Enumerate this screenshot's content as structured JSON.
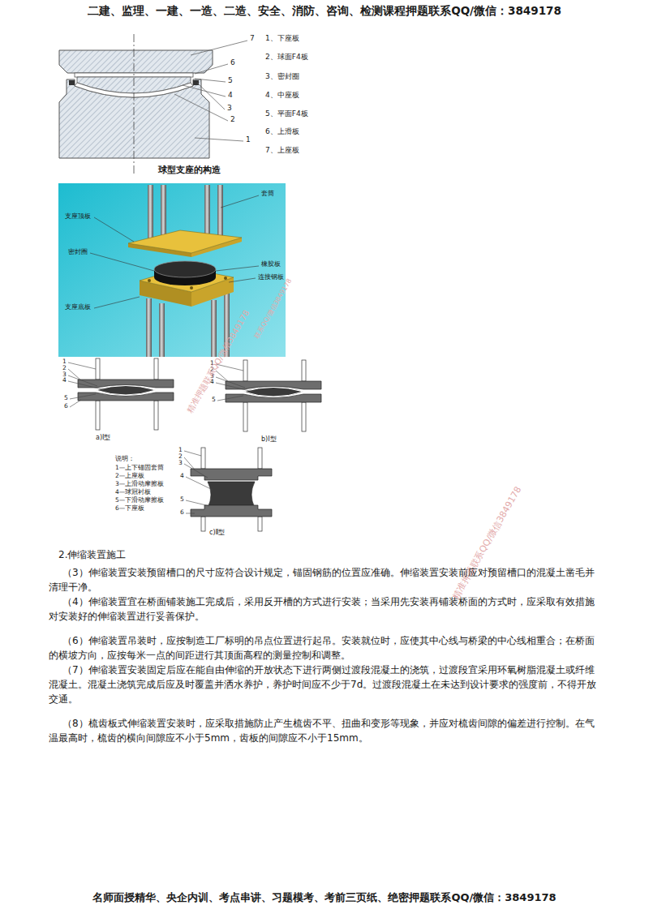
{
  "diagram": {
    "labels": [
      "二建、监理、一建、一造、二造、安全、消防、咨询、检测课程押题联系QQ/微信：3849178",
      "7",
      "6",
      "5",
      "4",
      "3",
      "2",
      "1",
      "1、下座板",
      "2、球面F4板",
      "3、密封圈",
      "4、中座板",
      "5、平面F4板",
      "6、上滑板",
      "7、上座板",
      "球型支座的构造",
      "支座顶板",
      "套筒",
      "密封圈",
      "橡胶板",
      "连接钢板",
      "支座底板",
      "1",
      "2",
      "3",
      "4",
      "5",
      "6",
      "1",
      "2",
      "3",
      "4",
      "5",
      "a)Ⅰ型",
      "b)Ⅰ型",
      "说明：",
      "1—上下锚固套筒",
      "2—上座板",
      "3—上滑动摩擦板",
      "4—球冠衬板",
      "5—下滑动摩擦板",
      "6—下座板",
      "1",
      "2",
      "3",
      "4",
      "5",
      "6",
      "c)Ⅱ型",
      "2.伸缩装置施工",
      "（3）伸缩装置安装预留槽口的尺寸应符合设计规定，锚固钢筋的位置应准确。伸缩装置安装前应对预留槽口的混凝土凿毛并清理干净。",
      "（4）伸缩装置宜在桥面铺装施工完成后，采用反开槽的方式进行安装；当采用先安装再铺装桥面的方式时，应采取有效措施对安装好的伸缩装置进行妥善保护。",
      "（6）伸缩装置吊装时，应按制造工厂标明的吊点位置进行起吊。安装就位时，应使其中心线与桥梁的中心线相重合；在桥面的横坡方向，应按每米一点的间距进行其顶面高程的测量控制和调整。",
      "（7）伸缩装置安装固定后应在能自由伸缩的开放状态下进行两侧过渡段混凝土的浇筑，过渡段宜采用环氧树脂混凝土或纤维混凝土。混凝土浇筑完成后应及时覆盖并洒水养护，养护时间应不少于7d。过渡段混凝土在未达到设计要求的强度前，不得开放交通。",
      "（8）梳齿板式伸缩装置安装时，应采取措施防止产生梳齿不平、扭曲和变形等现象，并应对梳齿间隙的偏差进行控制。在气温最高时，梳齿的横向间隙应不小于5mm，齿板的间隙应不小于15mm。",
      "名师面授精华、央企内训、考点串讲、习题模考、考前三页纸、绝密押题联系QQ/微信：3849178",
      "精准押题联系QQ/微信3849178",
      "联系QQ/微信3849178",
      "精准押题联系QQ/微信3849178"
    ]
  }
}
